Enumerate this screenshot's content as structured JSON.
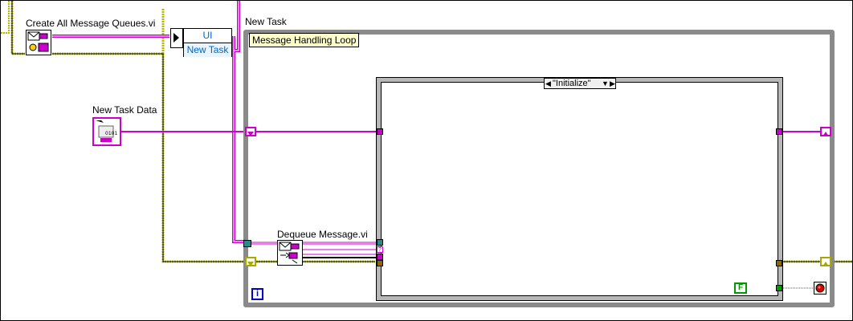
{
  "diagram": {
    "create_queues_label": "Create All Message Queues.vi",
    "new_task_label": "New Task",
    "new_task_data_label": "New Task Data",
    "dequeue_label": "Dequeue Message.vi",
    "loop_label": "Message Handling Loop",
    "case_selector_value": "\"Initialize\"",
    "unbundle_items": [
      "UI",
      "New Task"
    ],
    "false_constant": "F",
    "iteration_terminal": "i"
  },
  "colors": {
    "queue_wire": "#cc00cc",
    "error_wire": "#c8c800",
    "loop_border": "#8a8a8a",
    "case_border": "#b8b8b8"
  }
}
